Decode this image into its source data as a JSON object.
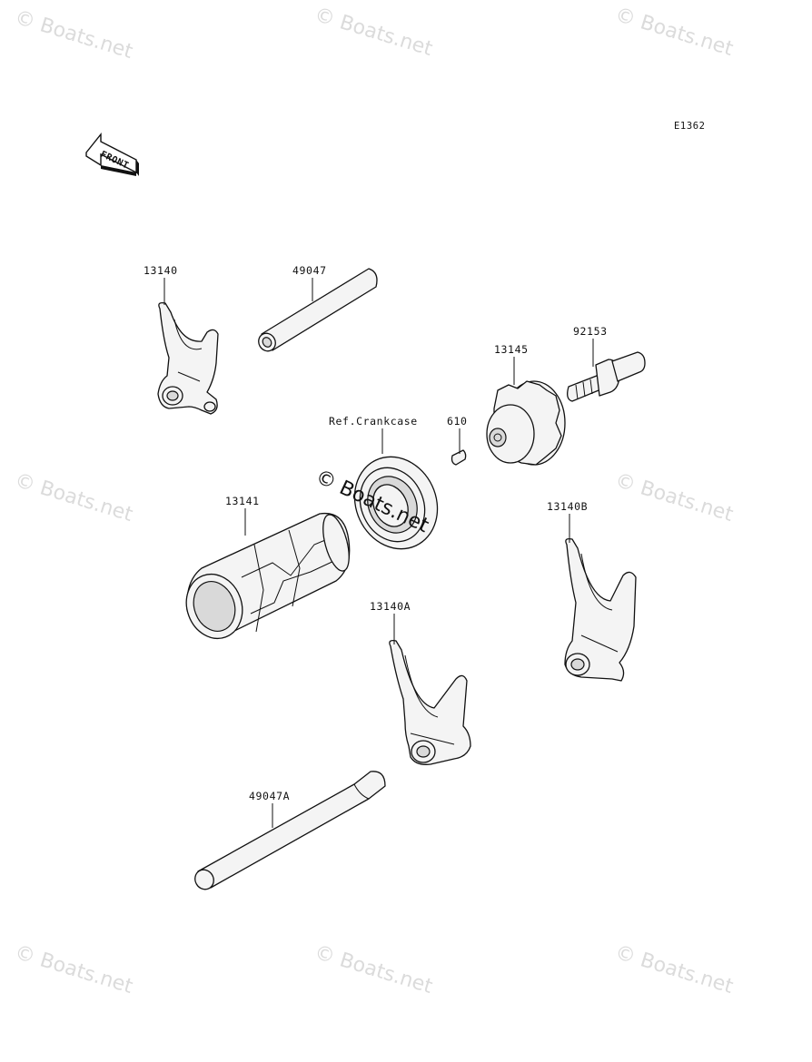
{
  "diagram": {
    "code": "E1362",
    "front_label": "FRONT",
    "watermark": "© Boats.net",
    "center_watermark": "© Boats.net",
    "parts": {
      "p13140": "13140",
      "p49047": "49047",
      "p92153": "92153",
      "p13145": "13145",
      "ref_crankcase": "Ref.Crankcase",
      "p610": "610",
      "p13141": "13141",
      "p13140B": "13140B",
      "p13140A": "13140A",
      "p49047A": "49047A"
    }
  }
}
